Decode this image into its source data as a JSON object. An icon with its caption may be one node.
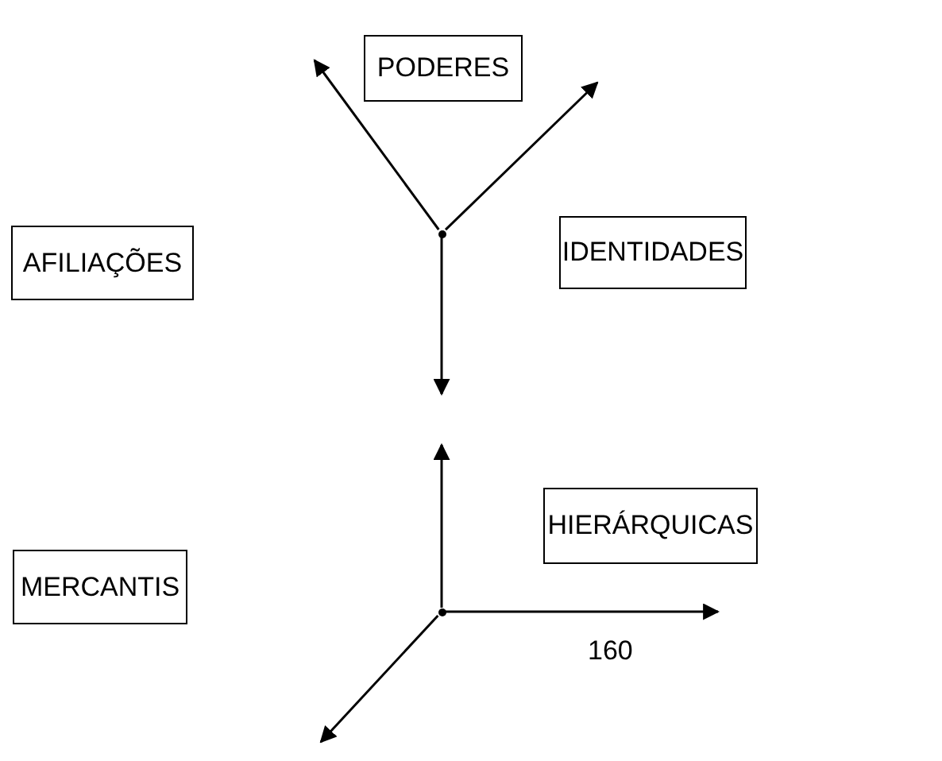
{
  "diagram": {
    "nodes": [
      {
        "text": [
          "PODERES"
        ]
      },
      {
        "text": [
          "AFILIAÇÕES"
        ]
      },
      {
        "text": [
          "IDENTIDADES"
        ]
      },
      {
        "text": [
          "MERCANTIS"
        ]
      },
      {
        "text": [
          "HIERÁRQUICAS"
        ]
      },
      {
        "text": [],
        "shape": "point"
      },
      {
        "text": [],
        "shape": "point"
      }
    ],
    "edges": [
      {
        "from": 5,
        "to": null,
        "arrow": "to"
      },
      {
        "from": 5,
        "to": null,
        "arrow": "to"
      },
      {
        "from": 5,
        "to": null,
        "arrow": "to"
      },
      {
        "from": 6,
        "to": null,
        "arrow": "to"
      },
      {
        "from": 6,
        "to": null,
        "arrow": "to"
      },
      {
        "from": 6,
        "to": null,
        "arrow": "to"
      }
    ],
    "labels": [
      "160"
    ]
  }
}
